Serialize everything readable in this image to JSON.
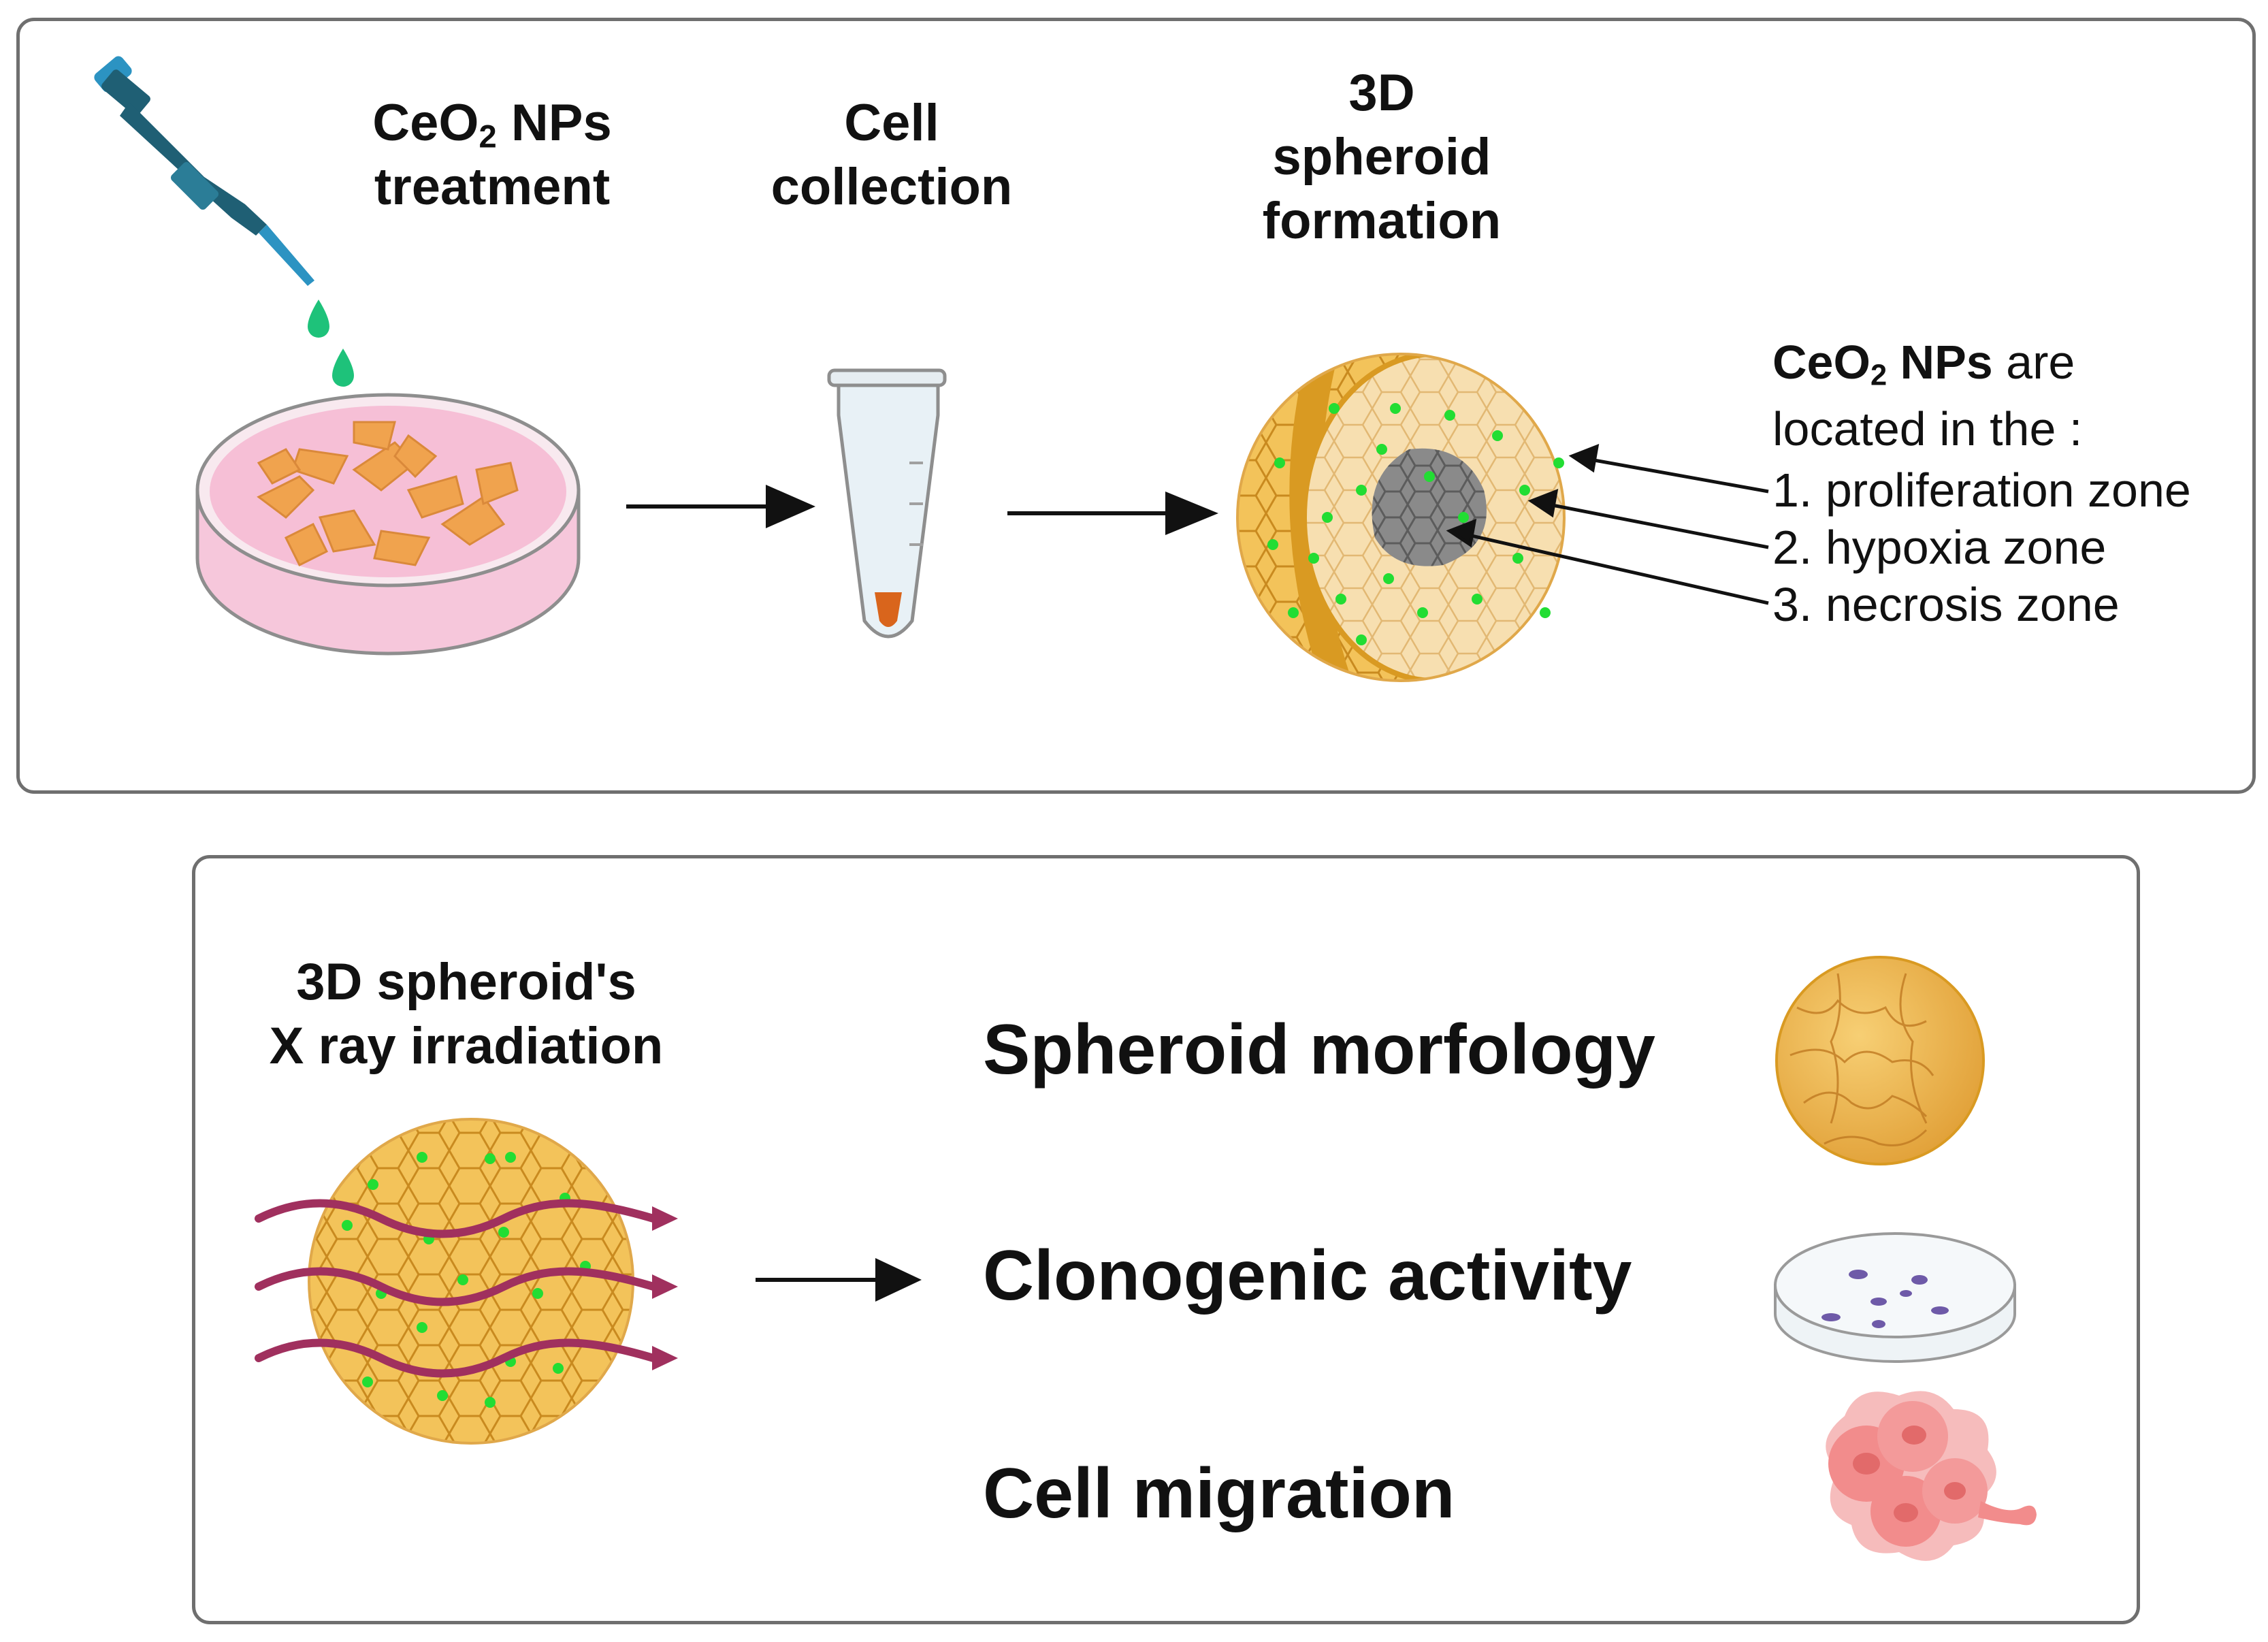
{
  "top_panel": {
    "step1": {
      "line1_prefix": "CeO",
      "line1_sub": "2",
      "line1_suffix": " NPs",
      "line2": "treatment"
    },
    "step2": {
      "line1": "Cell",
      "line2": "collection"
    },
    "step3": {
      "line1": "3D",
      "line2": "spheroid",
      "line3": "formation"
    },
    "location": {
      "head_prefix": "CeO",
      "head_sub": "2",
      "head_bold_suffix": " NPs",
      "head_rest": " are",
      "line2": "located in the :",
      "zones": [
        "1. proliferation zone",
        "2. hypoxia zone",
        "3. necrosis zone"
      ]
    }
  },
  "bottom_panel": {
    "step4": {
      "line1": "3D spheroid's",
      "line2": "X ray irradiation"
    },
    "outcomes": [
      "Spheroid morfology",
      "Clonogenic activity",
      "Cell migration"
    ]
  },
  "colors": {
    "panel_border": "#6f6f6f",
    "spheroid_fill": "#f3c35a",
    "spheroid_dark": "#d99a22",
    "spheroid_inner": "#f7dfb0",
    "nanoparticle": "#22dd33",
    "necrotic_core": "#8a8a8a",
    "petri_medium": "#f6bfd6",
    "pipette": "#1f5f74",
    "xray_wave": "#a0305e",
    "pellet": "#d9651c",
    "migration_cell": "#f08b8b"
  }
}
